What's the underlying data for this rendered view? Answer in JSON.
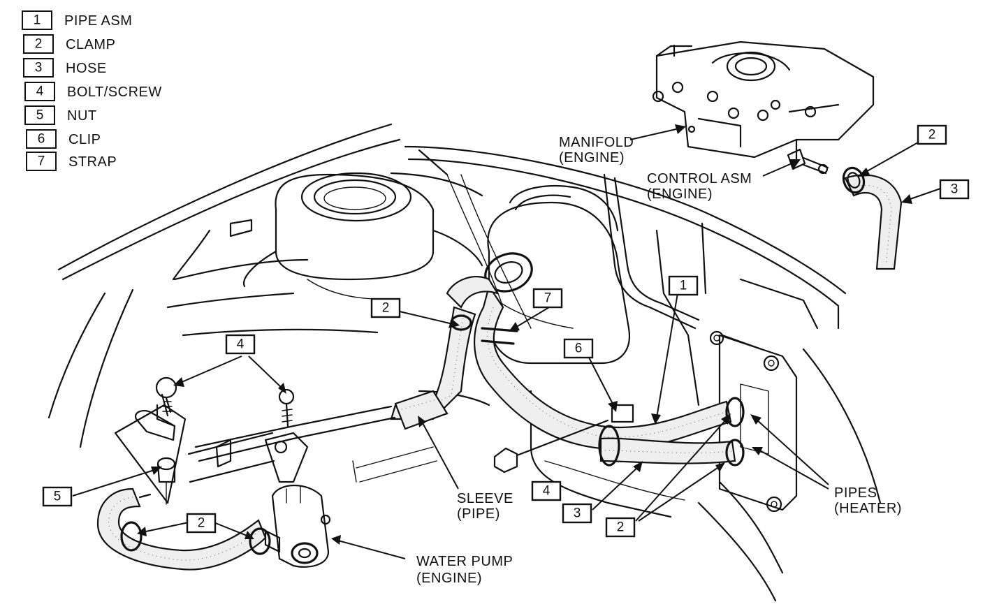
{
  "legend": [
    {
      "num": "1",
      "label": "PIPE ASM"
    },
    {
      "num": "2",
      "label": "CLAMP"
    },
    {
      "num": "3",
      "label": "HOSE"
    },
    {
      "num": "4",
      "label": "BOLT/SCREW"
    },
    {
      "num": "5",
      "label": "NUT"
    },
    {
      "num": "6",
      "label": "CLIP"
    },
    {
      "num": "7",
      "label": "STRAP"
    }
  ],
  "callouts": {
    "c2_top_right": "2",
    "c3_top_right": "3",
    "c1_pipe": "1",
    "c2_center": "2",
    "c7_strap": "7",
    "c6_clip": "6",
    "c4_left": "4",
    "c4_mid": "4",
    "c5_nut": "5",
    "c2_bottom_left": "2",
    "c3_bottom": "3",
    "c2_bottom": "2"
  },
  "labels": {
    "manifold": [
      "MANIFOLD",
      "(ENGINE)"
    ],
    "control": [
      "CONTROL ASM",
      "(ENGINE)"
    ],
    "sleeve": [
      "SLEEVE",
      "(PIPE)"
    ],
    "pipes": [
      "PIPES",
      "(HEATER)"
    ],
    "water_pump": [
      "WATER PUMP",
      "(ENGINE)"
    ]
  }
}
